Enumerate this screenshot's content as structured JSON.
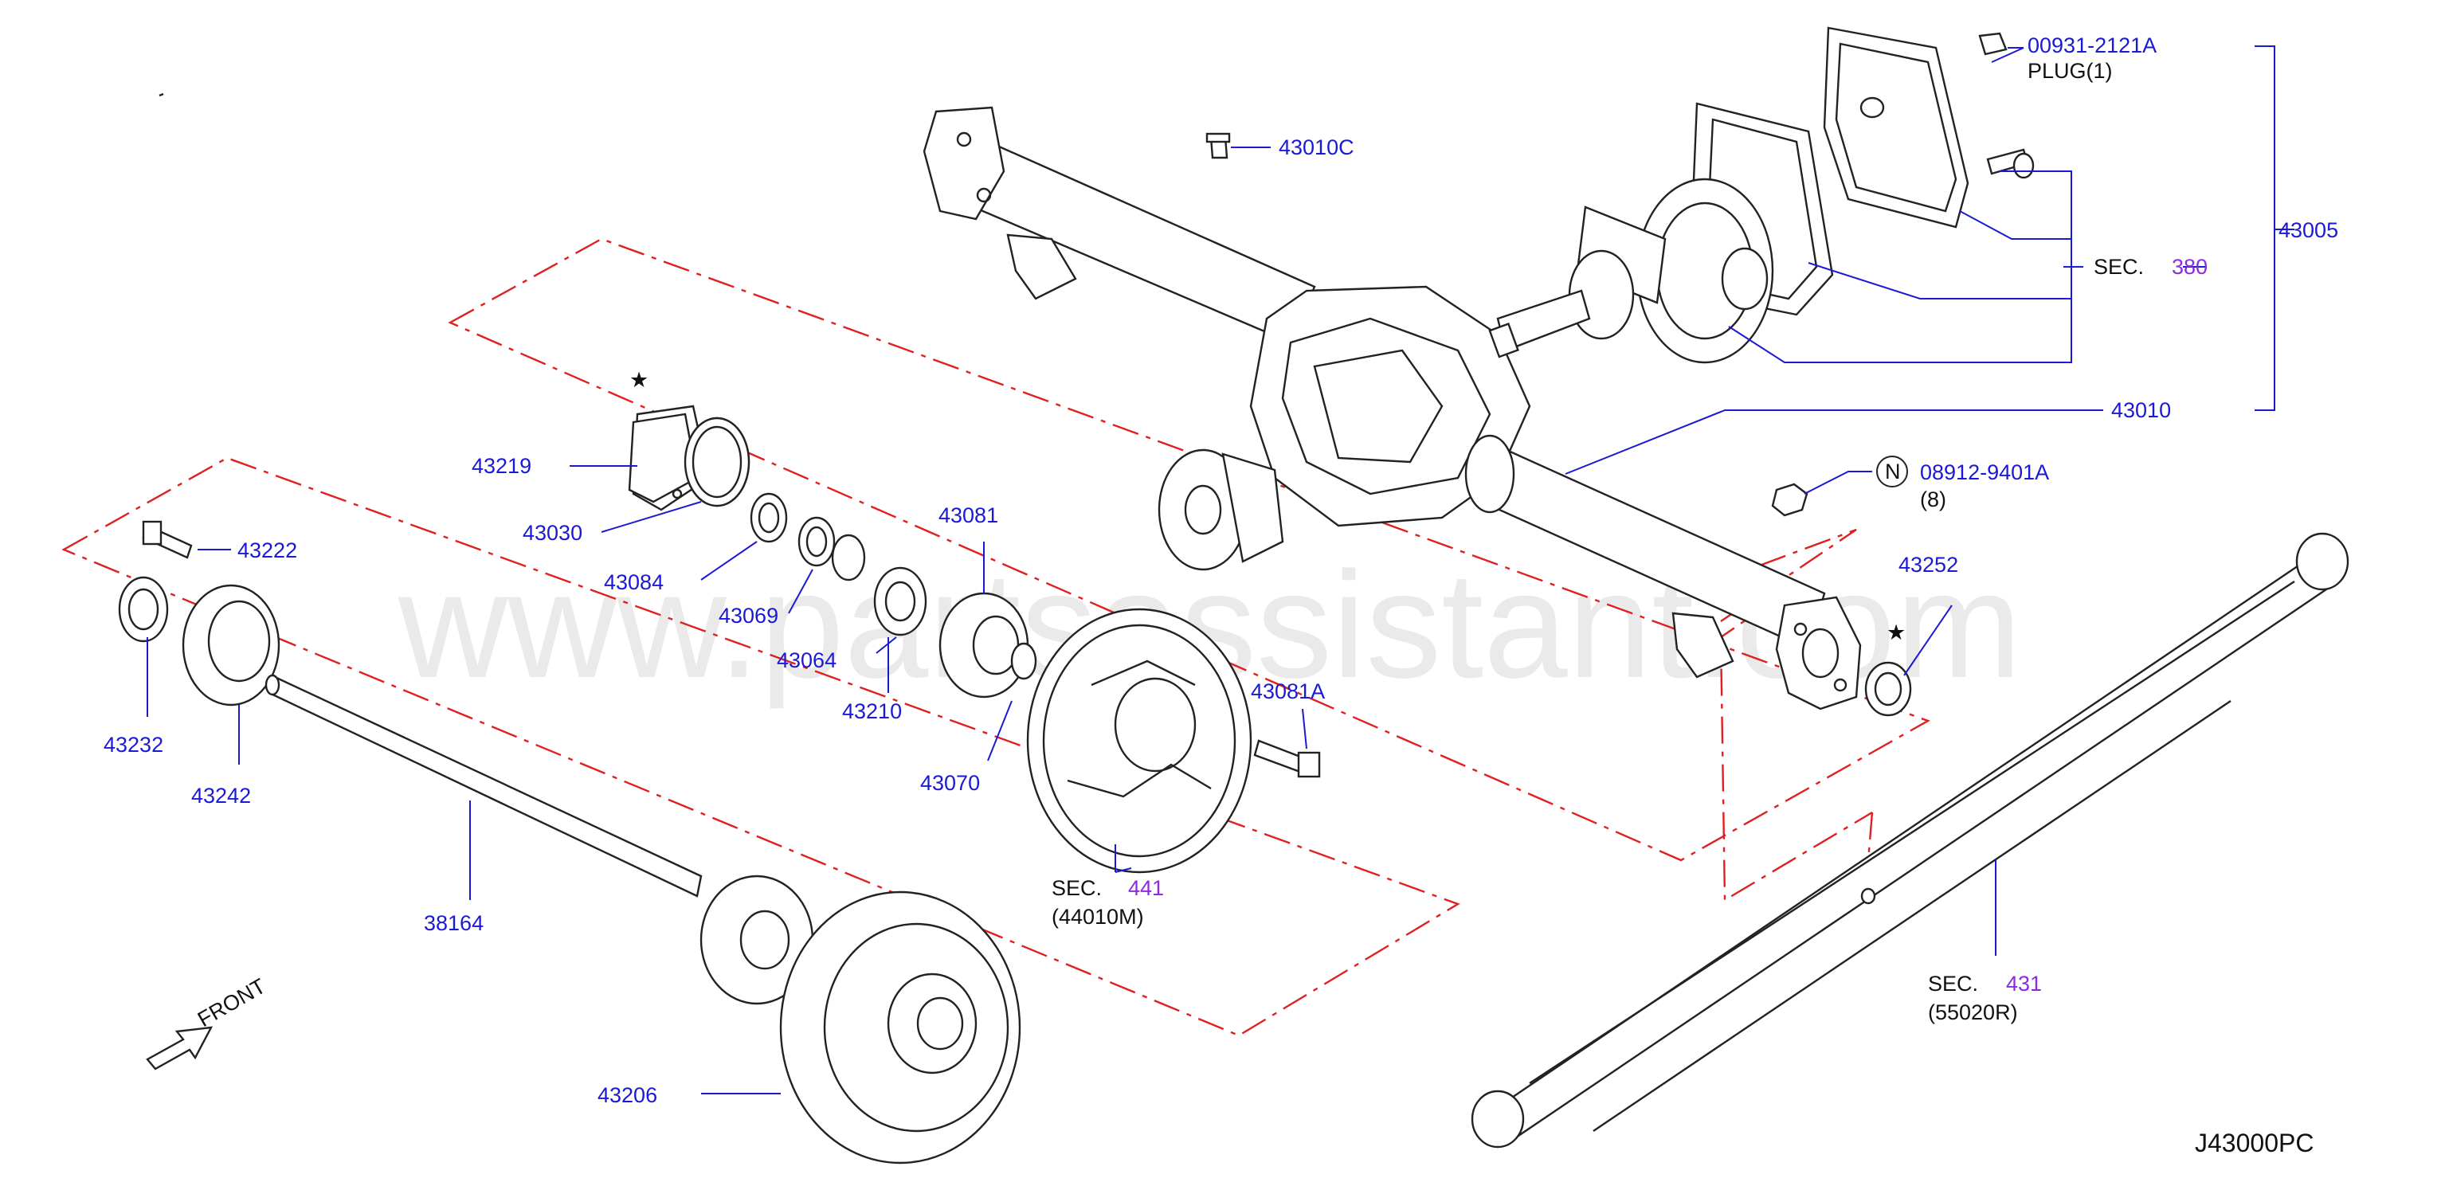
{
  "watermark": "www.partsassistant.com",
  "diagram_code": "J43000PC",
  "front_label": "FRONT",
  "callouts": {
    "p00931": "00931-2121A",
    "plug": "PLUG(1)",
    "p43010c": "43010C",
    "p43005": "43005",
    "sec380_label": "SEC.",
    "sec380_num": "380",
    "p43010": "43010",
    "n_symbol": "N",
    "p08912": "08912-9401A",
    "p08912_qty": "(8)",
    "p43252": "43252",
    "p43219": "43219",
    "p43030": "43030",
    "p43084": "43084",
    "p43069": "43069",
    "p43064": "43064",
    "p43081": "43081",
    "p43210": "43210",
    "p43070": "43070",
    "p43081a": "43081A",
    "p43222": "43222",
    "p43232": "43232",
    "p43242": "43242",
    "p38164": "38164",
    "sec441_label": "SEC.",
    "sec441_num": "441",
    "sec441_sub": "(44010M)",
    "sec431_label": "SEC.",
    "sec431_num": "431",
    "sec431_sub": "(55020R)",
    "p43206": "43206",
    "star1": "★",
    "star2": "★"
  }
}
